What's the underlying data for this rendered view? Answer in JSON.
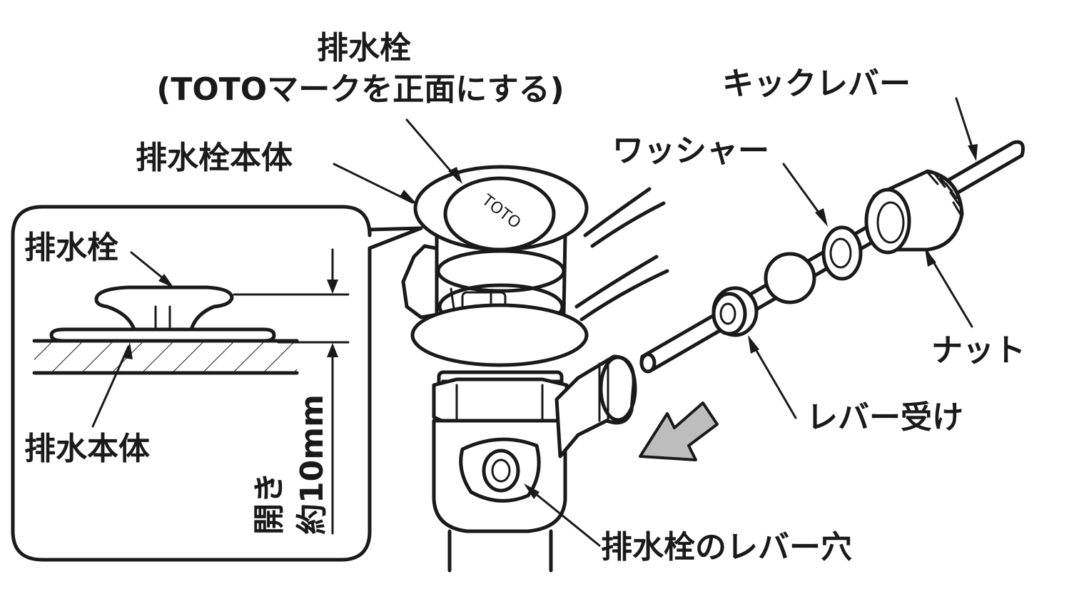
{
  "labels": {
    "stopper_top_line1": "排水栓",
    "stopper_top_line2": "(TOTOマークを正面にする)",
    "stopper_body": "排水栓本体",
    "kick_lever": "キックレバー",
    "washer": "ワッシャー",
    "nut": "ナット",
    "lever_receiver": "レバー受け",
    "stopper_lever_hole": "排水栓のレバー穴",
    "inset_stopper": "排水栓",
    "inset_drain_body": "排水本体",
    "inset_opening_line1": "開き",
    "inset_opening_line2": "約10mm"
  },
  "logo_text": "TOTO",
  "colors": {
    "ink": "#1a1a1a",
    "arrow_fill": "#bdbdbd",
    "body_fill": "#ffffff"
  }
}
